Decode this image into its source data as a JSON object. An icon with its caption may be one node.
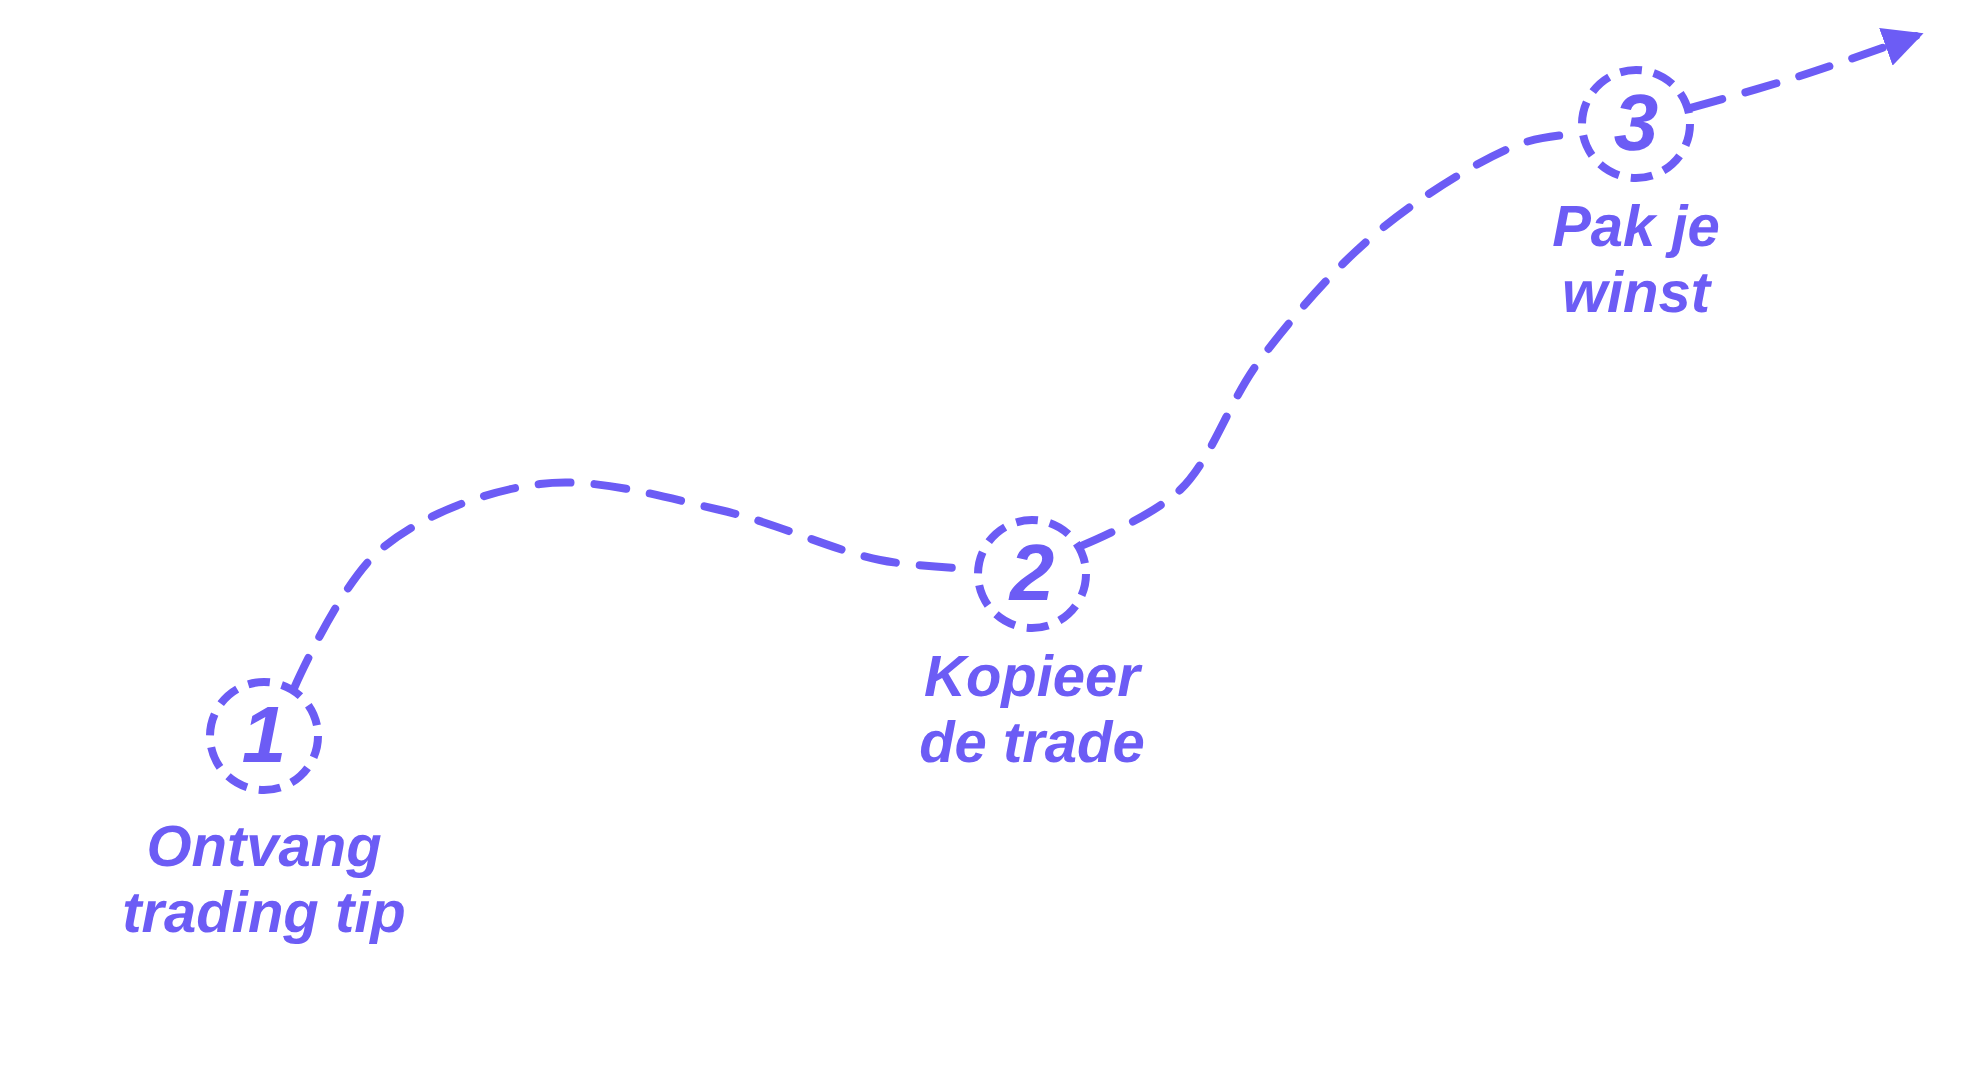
{
  "diagram": {
    "nodes": [
      {
        "text": [
          "1",
          "Ontvang trading tip"
        ]
      },
      {
        "text": [
          "2",
          "Kopieer de trade"
        ]
      },
      {
        "text": [
          "3",
          "Pak je winst"
        ]
      }
    ],
    "edges": [
      {
        "from": 0,
        "to": 1,
        "arrow": "none",
        "style": "dashed"
      },
      {
        "from": 1,
        "to": 2,
        "arrow": "none",
        "style": "dashed"
      },
      {
        "from": 2,
        "to": null,
        "arrow": "to",
        "style": "dashed"
      }
    ]
  }
}
